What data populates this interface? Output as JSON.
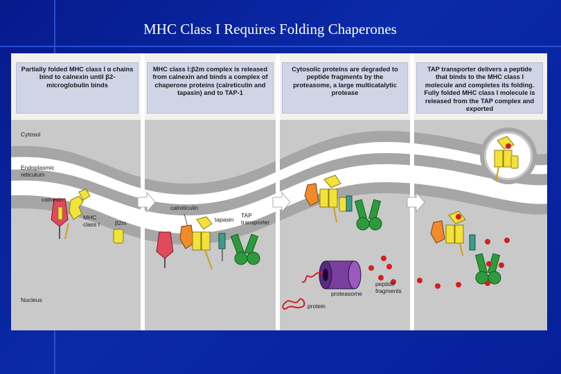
{
  "title": "MHC Class I Requires Folding Chaperones",
  "captions": [
    "Partially folded MHC class I α chains bind to calnexin until β2-microglobulin binds",
    "MHC class I:β2m complex is released from calnexin and binds a complex of chaperone proteins (calreticulin and tapasin) and to TAP-1",
    "Cytosolic proteins are degraded to peptide fragments by the proteasome, a large multicatalytic protease",
    "TAP transporter delivers a peptide that binds to the MHC class I molecule and completes its folding. Fully folded MHC class I molecule is released from the TAP complex and exported"
  ],
  "labels": {
    "cytosol": "Cytosol",
    "er_line1": "Endoplasmic",
    "er_line2": "reticulum",
    "nucleus": "Nucleus",
    "calnexin": "calnexin",
    "mhc_line1": "MHC",
    "mhc_line2": "class I",
    "b2m": "β2m",
    "calreticulin": "calreticulin",
    "tapasin": "tapasin",
    "tap_line1": "TAP",
    "tap_line2": "transporter",
    "proteasome": "proteasome",
    "peptide_line1": "peptide",
    "peptide_line2": "fragments",
    "protein": "protein"
  },
  "colors": {
    "slide_background": "#0a2aa8",
    "figure_background": "#f3f1ec",
    "membrane": "#a9a9a9",
    "lumen": "#ffffff",
    "calnexin": "#e04a5a",
    "mhc_class_i": "#f2e23a",
    "b2m": "#f2e23a",
    "calreticulin": "#f08a2a",
    "tapasin": "#3c9c8c",
    "tap": "#2e9a3e",
    "proteasome": "#7a3fa0",
    "peptide": "#d21f1f"
  }
}
